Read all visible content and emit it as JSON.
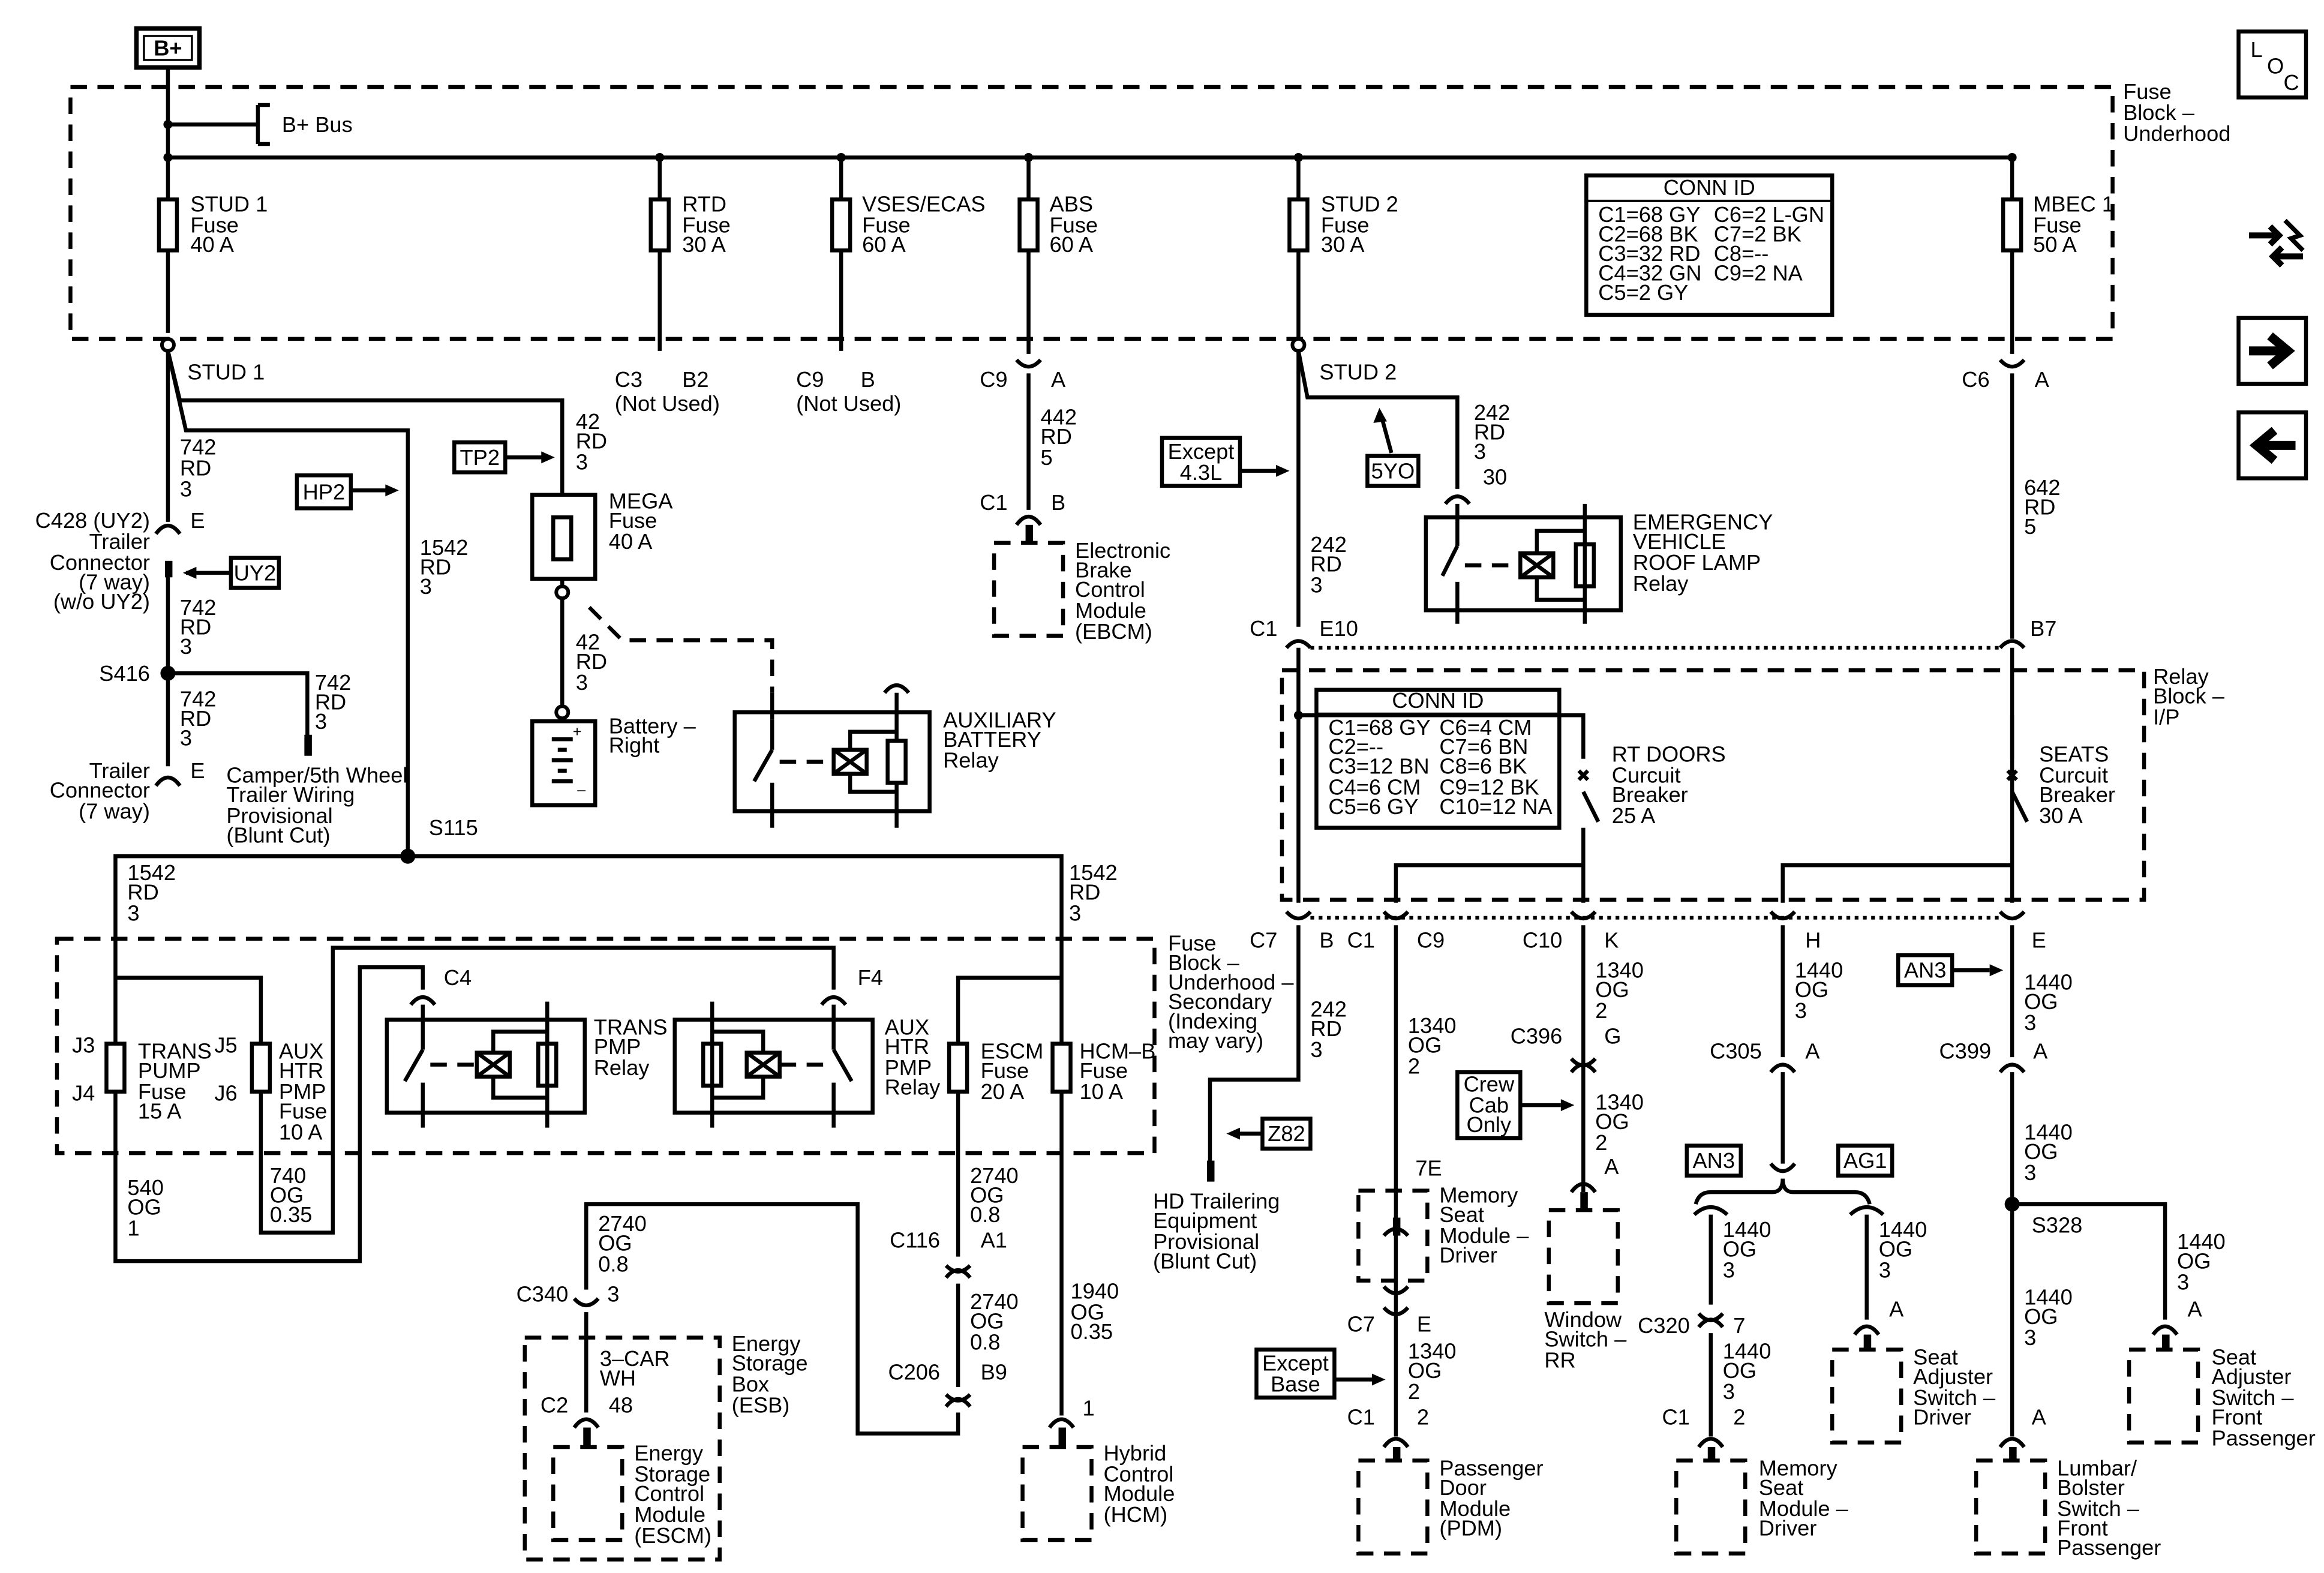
{
  "header": {
    "bplus": "B+",
    "loc": [
      "L",
      "O",
      "C"
    ]
  },
  "side_icons": [
    "diagnostic-icon",
    "arrow-right-icon",
    "arrow-left-icon"
  ],
  "fuse_block": {
    "title": [
      "Fuse",
      "Block –",
      "Underhood"
    ],
    "bus": "B+ Bus"
  },
  "fuses": [
    {
      "name": "STUD 1",
      "type": "Fuse",
      "rating": "40 A"
    },
    {
      "name": "RTD",
      "type": "Fuse",
      "rating": "30 A"
    },
    {
      "name": "VSES/ECAS",
      "type": "Fuse",
      "rating": "60 A"
    },
    {
      "name": "ABS",
      "type": "Fuse",
      "rating": "60 A"
    },
    {
      "name": "STUD 2",
      "type": "Fuse",
      "rating": "30 A"
    },
    {
      "name": "MBEC 1",
      "type": "Fuse",
      "rating": "50 A"
    }
  ],
  "conn_id_1": {
    "title": "CONN ID",
    "left": [
      "C1=68 GY",
      "C2=68 BK",
      "C3=32 RD",
      "C4=32 GN",
      "C5=2 GY"
    ],
    "right": [
      "C6=2 L-GN",
      "C7=2 BK",
      "C8=--",
      "C9=2 NA"
    ]
  },
  "conn_id_2": {
    "title": "CONN ID",
    "left": [
      "C1=68 GY",
      "C2=--",
      "C3=12 BN",
      "C4=6 CM",
      "C5=6 GY"
    ],
    "right": [
      "C6=4 CM",
      "C7=6 BN",
      "C8=6 BK",
      "C9=12 BK",
      "C10=12 NA"
    ]
  },
  "labels": {
    "stud1": "STUD 1",
    "stud2": "STUD 2",
    "c3": "C3",
    "b2": "B2",
    "not_used": "(Not Used)",
    "c9": "C9",
    "b": "B",
    "a": "A",
    "c6": "C6",
    "w442": [
      "442",
      "RD",
      "5"
    ],
    "c1": "C1",
    "ebcm": [
      "Electronic",
      "Brake",
      "Control",
      "Module",
      "(EBCM)"
    ],
    "w742a": [
      "742",
      "RD",
      "3"
    ],
    "c428": [
      "C428 (UY2)",
      "Trailer",
      "Connector",
      "(7 way)",
      "(w/o UY2)"
    ],
    "e": "E",
    "uy2": "UY2",
    "w742b": [
      "742",
      "RD",
      "3"
    ],
    "s416": "S416",
    "w742c": [
      "742",
      "RD",
      "3"
    ],
    "w742d": [
      "742",
      "RD",
      "3"
    ],
    "trailer_conn": [
      "Trailer",
      "Connector",
      "(7 way)"
    ],
    "camper": [
      "Camper/5th Wheel",
      "Trailer Wiring",
      "Provisional",
      "(Blunt Cut)"
    ],
    "hp2": "HP2",
    "tp2": "TP2",
    "w1542a": [
      "1542",
      "RD",
      "3"
    ],
    "w42a": [
      "42",
      "RD",
      "3"
    ],
    "mega": [
      "MEGA",
      "Fuse",
      "40 A"
    ],
    "w42b": [
      "42",
      "RD",
      "3"
    ],
    "battery": [
      "Battery –",
      "Right"
    ],
    "aux_batt": [
      "AUXILIARY",
      "BATTERY",
      "Relay"
    ],
    "s115": "S115",
    "w1542b": [
      "1542",
      "RD",
      "3"
    ],
    "w1542c": [
      "1542",
      "RD",
      "3"
    ],
    "fb_secondary": [
      "Fuse",
      "Block –",
      "Underhood –",
      "Secondary",
      "(Indexing",
      "may vary)"
    ],
    "j3": "J3",
    "j4": "J4",
    "j5": "J5",
    "j6": "J6",
    "trans_pump": [
      "TRANS",
      "PUMP",
      "Fuse",
      "15 A"
    ],
    "aux_htr": [
      "AUX",
      "HTR",
      "PMP",
      "Fuse",
      "10 A"
    ],
    "c4": "C4",
    "f4": "F4",
    "trans_relay": [
      "TRANS",
      "PMP",
      "Relay"
    ],
    "aux_htr_relay": [
      "AUX",
      "HTR",
      "PMP",
      "Relay"
    ],
    "escm_fuse": [
      "ESCM",
      "Fuse",
      "20 A"
    ],
    "hcmb_fuse": [
      "HCM–B",
      "Fuse",
      "10 A"
    ],
    "w540": [
      "540",
      "OG",
      "1"
    ],
    "w740": [
      "740",
      "OG",
      "0.35"
    ],
    "w2740a": [
      "2740",
      "OG",
      "0.8"
    ],
    "c116": "C116",
    "a1": "A1",
    "w2740b": [
      "2740",
      "OG",
      "0.8"
    ],
    "c206": "C206",
    "b9": "B9",
    "w1940": [
      "1940",
      "OG",
      "0.35"
    ],
    "n1": "1",
    "hcm": [
      "Hybrid",
      "Control",
      "Module",
      "(HCM)"
    ],
    "w2740c": [
      "2740",
      "OG",
      "0.8"
    ],
    "c340": "C340",
    "n3": "3",
    "car3": [
      "3–CAR",
      "WH"
    ],
    "c2": "C2",
    "n48": "48",
    "esb": [
      "Energy",
      "Storage",
      "Box",
      "(ESB)"
    ],
    "escm": [
      "Energy",
      "Storage",
      "Control",
      "Module",
      "(ESCM)"
    ],
    "except43": [
      "Except",
      "4.3L"
    ],
    "w242a": [
      "242",
      "RD",
      "3"
    ],
    "e10": "E10",
    "yo5": "5YO",
    "w242b": [
      "242",
      "RD",
      "3"
    ],
    "n30": "30",
    "emergency": [
      "EMERGENCY",
      "VEHICLE",
      "ROOF LAMP",
      "Relay"
    ],
    "w642": [
      "642",
      "RD",
      "5"
    ],
    "b7": "B7",
    "relay_block": [
      "Relay",
      "Block –",
      "I/P"
    ],
    "rt_doors": [
      "RT DOORS",
      "Curcuit",
      "Breaker",
      "25 A"
    ],
    "seats": [
      "SEATS",
      "Curcuit",
      "Breaker",
      "30 A"
    ],
    "c7": "C7",
    "c10": "C10",
    "k": "K",
    "h": "H",
    "w242c": [
      "242",
      "RD",
      "3"
    ],
    "z82": "Z82",
    "hd_trailer": [
      "HD Trailering",
      "Equipment",
      "Provisional",
      "(Blunt Cut)"
    ],
    "w1340a": [
      "1340",
      "OG",
      "2"
    ],
    "n7e": "7E",
    "msm_driver1": [
      "Memory",
      "Seat",
      "Module –",
      "Driver"
    ],
    "except_base": [
      "Except",
      "Base"
    ],
    "w1340b": [
      "1340",
      "OG",
      "2"
    ],
    "n2": "2",
    "pdm": [
      "Passenger",
      "Door",
      "Module",
      "(PDM)"
    ],
    "w1340c": [
      "1340",
      "OG",
      "2"
    ],
    "c396": "C396",
    "g": "G",
    "crew_cab": [
      "Crew",
      "Cab",
      "Only"
    ],
    "w1340d": [
      "1340",
      "OG",
      "2"
    ],
    "window_sw": [
      "Window",
      "Switch –",
      "RR"
    ],
    "w1440a": [
      "1440",
      "OG",
      "3"
    ],
    "c305": "C305",
    "an3": "AN3",
    "ag1": "AG1",
    "w1440b": [
      "1440",
      "OG",
      "3"
    ],
    "w1440c": [
      "1440",
      "OG",
      "3"
    ],
    "c320": "C320",
    "n7": "7",
    "w1440d": [
      "1440",
      "OG",
      "3"
    ],
    "msm_driver2": [
      "Memory",
      "Seat",
      "Module –",
      "Driver"
    ],
    "seat_adj_driver": [
      "Seat",
      "Adjuster",
      "Switch –",
      "Driver"
    ],
    "w1440e": [
      "1440",
      "OG",
      "3"
    ],
    "c399": "C399",
    "w1440f": [
      "1440",
      "OG",
      "3"
    ],
    "s328": "S328",
    "w1440g": [
      "1440",
      "OG",
      "3"
    ],
    "w1440h": [
      "1440",
      "OG",
      "3"
    ],
    "lumbar": [
      "Lumbar/",
      "Bolster",
      "Switch –",
      "Front",
      "Passenger"
    ],
    "seat_adj_front": [
      "Seat",
      "Adjuster",
      "Switch –",
      "Front",
      "Passenger"
    ]
  }
}
